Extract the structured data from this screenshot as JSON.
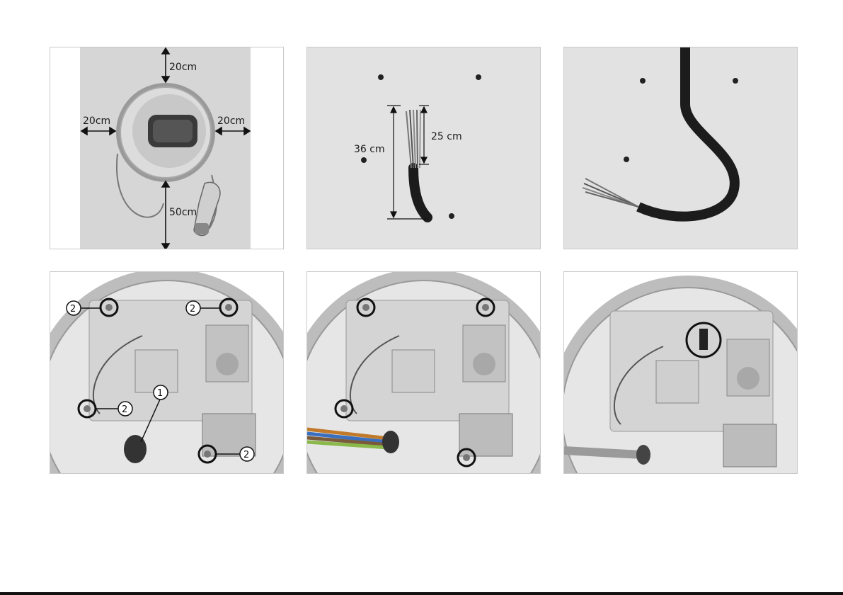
{
  "panels": {
    "clearance": {
      "top": "20cm",
      "left": "20cm",
      "right": "20cm",
      "bottom": "50cm"
    },
    "cable_strip": {
      "outer": "36 cm",
      "inner": "25 cm"
    },
    "wiring_a": {
      "callouts": [
        "2",
        "2",
        "2",
        "2",
        "1"
      ]
    }
  },
  "colors": {
    "panel_bg": "#e2e2e2",
    "cable": "#1c1c1c",
    "highlight_ring": "#111111"
  }
}
